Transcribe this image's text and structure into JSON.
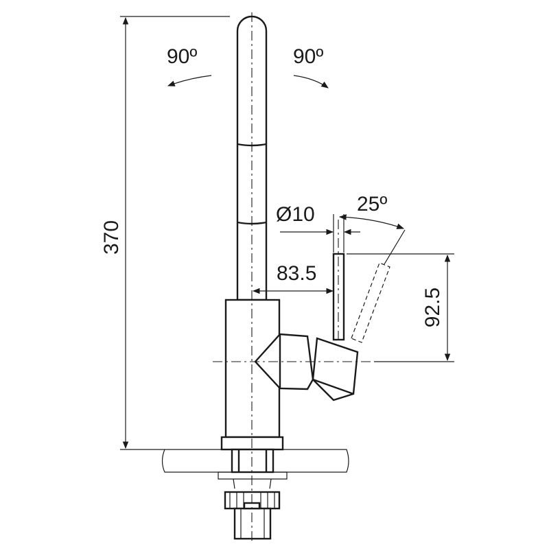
{
  "labels": {
    "rotation_left": "90º",
    "rotation_right": "90º",
    "total_height": "370",
    "pipe_diameter": "Ø10",
    "handle_angle": "25º",
    "spout_offset": "83.5",
    "lever_height": "92.5"
  },
  "colors": {
    "line": "#1a1a1a",
    "background": "#ffffff",
    "counter_speckle": "#555555"
  },
  "icons": {
    "rotate_left": "curved-arrow-left-icon",
    "rotate_right": "curved-arrow-right-icon"
  }
}
